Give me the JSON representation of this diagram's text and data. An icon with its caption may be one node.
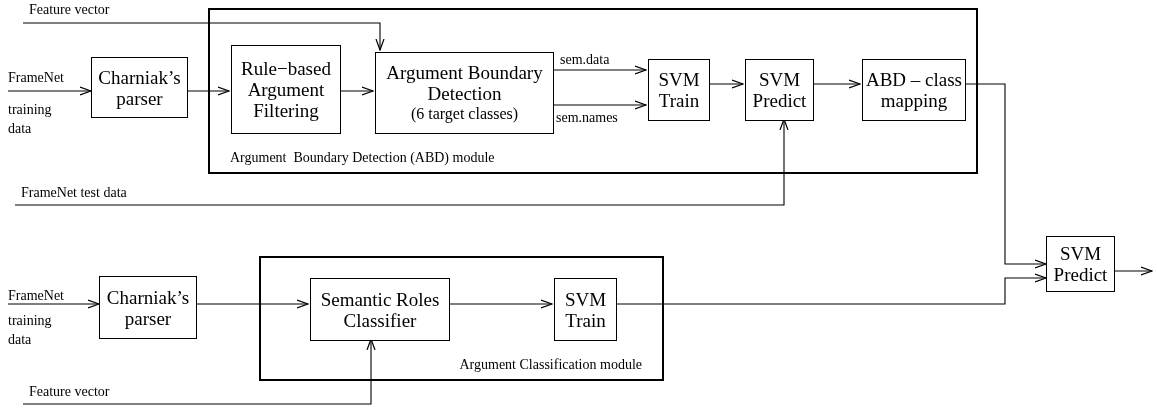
{
  "diagram": {
    "nodes": [
      {
        "text": [
          "Argument  Boundary Detection (ABD) module"
        ]
      },
      {
        "text": [
          "FrameNet",
          "training data"
        ]
      },
      {
        "text": [
          "Charniak’s parser"
        ]
      },
      {
        "text": [
          "Rule−based Argument Filtering"
        ],
        "in": 0
      },
      {
        "text": [
          "Argument Boundary Detection",
          "(6 target classes)"
        ],
        "in": 0
      },
      {
        "text": [
          "SVM Train"
        ],
        "in": 0
      },
      {
        "text": [
          "SVM Predict"
        ],
        "in": 0
      },
      {
        "text": [
          "ABD – class mapping"
        ],
        "in": 0
      },
      {
        "text": [
          "Feature vector"
        ]
      },
      {
        "text": [
          "FrameNet test data"
        ]
      },
      {
        "text": [
          "Argument Classification module"
        ]
      },
      {
        "text": [
          "FrameNet",
          "training data"
        ]
      },
      {
        "text": [
          "Charniak’s parser"
        ]
      },
      {
        "text": [
          "Semantic Roles Classifier"
        ],
        "in": 10
      },
      {
        "text": [
          "SVM Train"
        ],
        "in": 10
      },
      {
        "text": [
          "Feature vector"
        ]
      },
      {
        "text": [
          "SVM Predict"
        ]
      }
    ],
    "edges": [
      {
        "from": 1,
        "to": 2,
        "arrow": "to"
      },
      {
        "from": 2,
        "to": 3,
        "arrow": "to"
      },
      {
        "from": 3,
        "to": 4,
        "arrow": "to"
      },
      {
        "from": 4,
        "to": 5,
        "arrow": "to",
        "label": "sem.data"
      },
      {
        "from": 4,
        "to": 5,
        "arrow": "to",
        "label": "sem.names"
      },
      {
        "from": 5,
        "to": 6,
        "arrow": "to"
      },
      {
        "from": 6,
        "to": 7,
        "arrow": "to"
      },
      {
        "from": 8,
        "to": 4,
        "arrow": "to"
      },
      {
        "from": 9,
        "to": 6,
        "arrow": "to"
      },
      {
        "from": 7,
        "to": 16,
        "arrow": "to"
      },
      {
        "from": 14,
        "to": 16,
        "arrow": "to"
      },
      {
        "from": 16,
        "to": null,
        "arrow": "to"
      },
      {
        "from": 11,
        "to": 12,
        "arrow": "to"
      },
      {
        "from": 12,
        "to": 13,
        "arrow": "to"
      },
      {
        "from": 13,
        "to": 14,
        "arrow": "to"
      },
      {
        "from": 15,
        "to": 13,
        "arrow": "to"
      }
    ]
  }
}
